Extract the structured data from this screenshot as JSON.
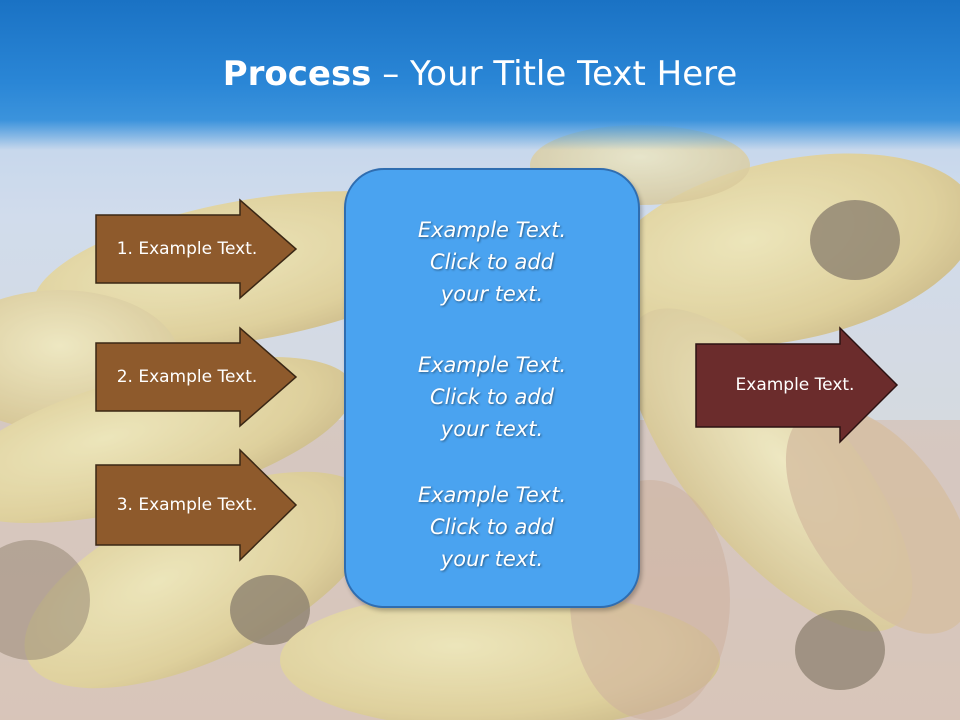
{
  "title": {
    "bold": "Process",
    "rest": " – Your Title Text Here"
  },
  "left_arrows": [
    {
      "label": "1. Example Text."
    },
    {
      "label": "2. Example Text."
    },
    {
      "label": "3. Example Text."
    }
  ],
  "center_box": {
    "paragraphs": [
      "Example Text.\nClick  to add\nyour text.",
      "Example Text.\nClick  to add\nyour text.",
      "Example Text.\nClick  to add\nyour text."
    ]
  },
  "right_arrow": {
    "label": "Example Text."
  },
  "colors": {
    "title_bar": "#1a72c4",
    "left_arrow_fill": "#8e5a2c",
    "right_arrow_fill": "#6b2c2c",
    "center_box_fill": "#4aa3f0",
    "center_box_border": "#2f6db0"
  }
}
